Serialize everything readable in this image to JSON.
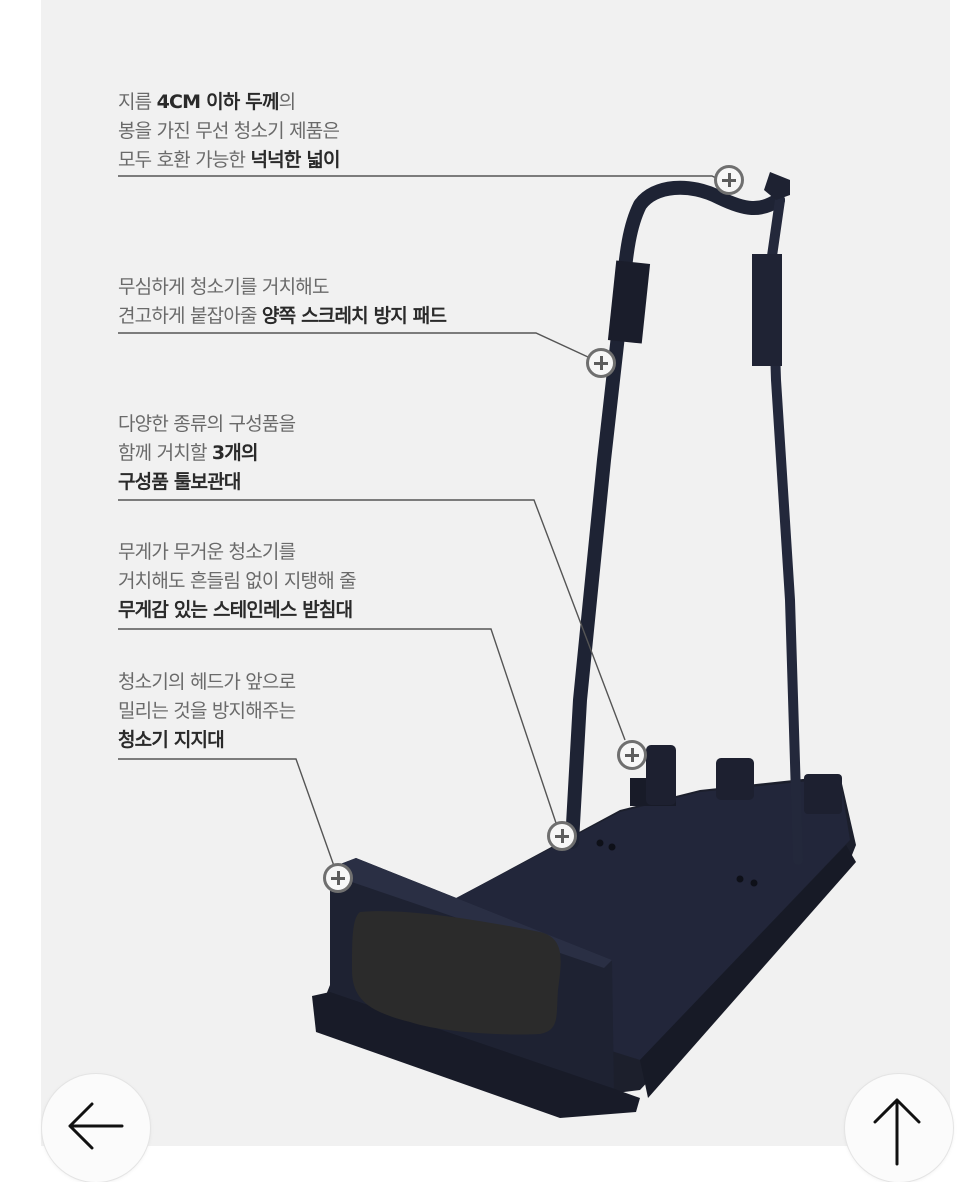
{
  "callouts": [
    {
      "id": "handle-width",
      "lines": [
        {
          "normal": "지름 ",
          "bold": "4CM 이하 두께",
          "tail": "의"
        },
        {
          "normal": "봉을 가진 무선 청소기 제품은",
          "bold": "",
          "tail": ""
        },
        {
          "normal": "모두 호환 가능한 ",
          "bold": "넉넉한 넓이",
          "tail": ""
        }
      ]
    },
    {
      "id": "scratch-pad",
      "lines": [
        {
          "normal": "무심하게 청소기를 거치해도",
          "bold": "",
          "tail": ""
        },
        {
          "normal": "견고하게 붙잡아줄 ",
          "bold": "양쪽 스크레치 방지 패드",
          "tail": ""
        }
      ]
    },
    {
      "id": "parts-holder",
      "lines": [
        {
          "normal": "다양한 종류의 구성품을",
          "bold": "",
          "tail": ""
        },
        {
          "normal": "함께 거치할 ",
          "bold": "3개의",
          "tail": ""
        },
        {
          "normal": "",
          "bold": "구성품 툴보관대",
          "tail": ""
        }
      ]
    },
    {
      "id": "stainless-base",
      "lines": [
        {
          "normal": "무게가 무거운 청소기를",
          "bold": "",
          "tail": ""
        },
        {
          "normal": "거치해도 흔들림 없이 지탱해 줄",
          "bold": "",
          "tail": ""
        },
        {
          "normal": "",
          "bold": "무게감 있는 스테인레스 받침대",
          "tail": ""
        }
      ]
    },
    {
      "id": "head-support",
      "lines": [
        {
          "normal": "청소기의 헤드가 앞으로",
          "bold": "",
          "tail": ""
        },
        {
          "normal": "밀리는 것을 방지해주는",
          "bold": "",
          "tail": ""
        },
        {
          "normal": "",
          "bold": "청소기 지지대",
          "tail": ""
        }
      ]
    }
  ],
  "markers": [
    {
      "id": "handle-width",
      "icon": "plus-circle-icon"
    },
    {
      "id": "scratch-pad",
      "icon": "plus-circle-icon"
    },
    {
      "id": "parts-holder",
      "icon": "plus-circle-icon"
    },
    {
      "id": "stainless-base",
      "icon": "plus-circle-icon"
    },
    {
      "id": "head-support",
      "icon": "plus-circle-icon"
    }
  ],
  "navigation": {
    "back_icon": "arrow-left-icon",
    "top_icon": "arrow-up-icon"
  },
  "colors": {
    "panel_bg": "#f1f1f1",
    "text_normal": "#6a6a6a",
    "text_bold": "#2a2a2a",
    "product": "#1e2230",
    "redaction": "#2b2b2b"
  }
}
